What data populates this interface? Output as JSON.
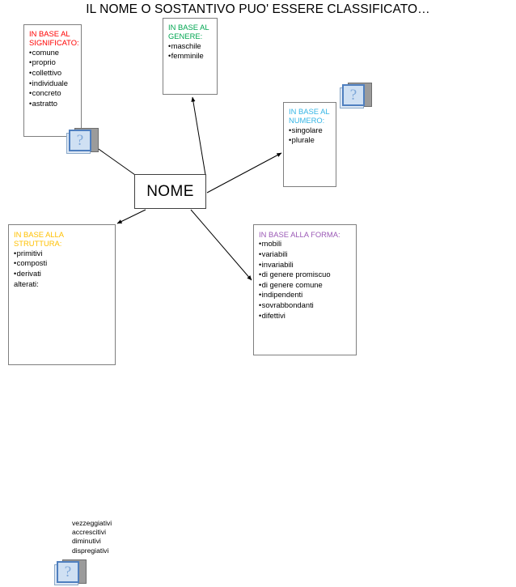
{
  "page": {
    "title": "IL NOME O SOSTANTIVO PUO' ESSERE CLASSIFICATO…",
    "background": "#ffffff"
  },
  "center_node": {
    "label": "NOME",
    "border_color": "#404040"
  },
  "nodes": [
    {
      "id": "significato",
      "heading": "IN BASE AL\nSIGNIFICATO:",
      "heading_color": "#ff0000",
      "items": [
        "comune",
        "proprio",
        "collettivo",
        "individuale",
        "concreto",
        "astratto"
      ],
      "icon": "question-mark-clipart-icon"
    },
    {
      "id": "genere",
      "heading": "IN BASE AL\nGENERE:",
      "heading_color": "#00a651",
      "items": [
        "maschile",
        "femminile"
      ],
      "icon": "question-mark-clipart-icon"
    },
    {
      "id": "numero",
      "heading": "IN BASE AL\nNUMERO:",
      "heading_color": "#33b5e5",
      "items": [
        "singolare",
        "plurale"
      ],
      "icon": "question-mark-clipart-icon"
    },
    {
      "id": "struttura",
      "heading": "IN BASE ALLA STRUTTURA:",
      "heading_color": "#ffc000",
      "items": [
        "primitivi",
        "composti",
        "derivati"
      ],
      "trailing_line": "alterati:",
      "sub_items": [
        "vezzeggiativi",
        "accrescitivi",
        "diminutivi",
        "dispregiativi"
      ],
      "icon": "question-mark-clipart-icon"
    },
    {
      "id": "forma",
      "heading": "IN BASE ALLA FORMA:",
      "heading_color": "#9b59b6",
      "items": [
        "mobili",
        "variabili",
        "invariabili",
        "di genere promiscuo",
        "di genere comune",
        "indipendenti",
        "sovrabbondanti",
        "difettivi"
      ]
    }
  ],
  "icon": {
    "glyph": "?"
  },
  "connectors": [
    {
      "from": "center_node",
      "to": "significato"
    },
    {
      "from": "center_node",
      "to": "genere"
    },
    {
      "from": "center_node",
      "to": "numero"
    },
    {
      "from": "center_node",
      "to": "struttura"
    },
    {
      "from": "center_node",
      "to": "forma"
    },
    {
      "from": "struttura.alterati",
      "to": "struttura.sub_items"
    }
  ]
}
